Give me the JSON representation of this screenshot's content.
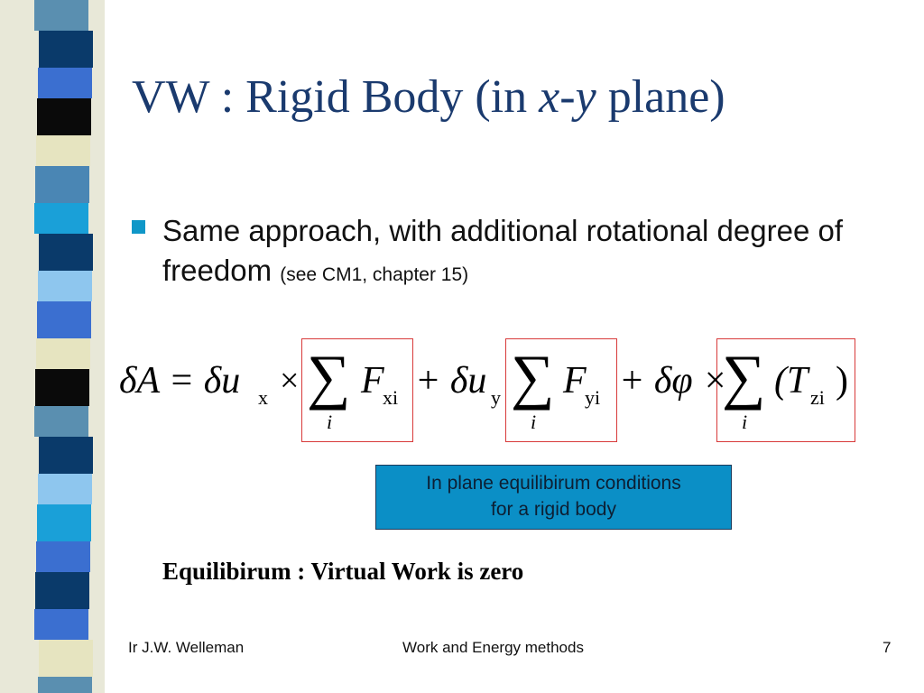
{
  "slide": {
    "title_prefix": "VW : Rigid Body (in ",
    "title_var_x": "x",
    "title_dash": "-",
    "title_var_y": "y",
    "title_suffix": " plane)"
  },
  "bullet": {
    "text": "Same approach, with additional rotational degree of freedom",
    "note": "(see CM1, chapter 15)"
  },
  "equation": {
    "lhs": "δA = δu",
    "sub_x": "x",
    "times": "×",
    "F": "F",
    "sub_xi": "xi",
    "plus_du": "+ δu",
    "sub_y": "y",
    "sub_yi": "yi",
    "plus_dphi": "+ δφ ×",
    "open_T": "(T",
    "sub_zi": "zi",
    "close": ")",
    "sum_index": "i",
    "sum_symbol": "∑"
  },
  "callout": {
    "line1": "In plane equilibirum conditions",
    "line2": "for a rigid body"
  },
  "equilibrium_statement": "Equilibirum : Virtual Work is zero",
  "footer": {
    "author": "Ir J.W. Welleman",
    "course": "Work and Energy methods",
    "page": "7"
  },
  "colors": {
    "title": "#1a3a6e",
    "bullet": "#0f97c8",
    "box_border": "#d83a3a",
    "callout_bg": "#0b8fc6"
  }
}
